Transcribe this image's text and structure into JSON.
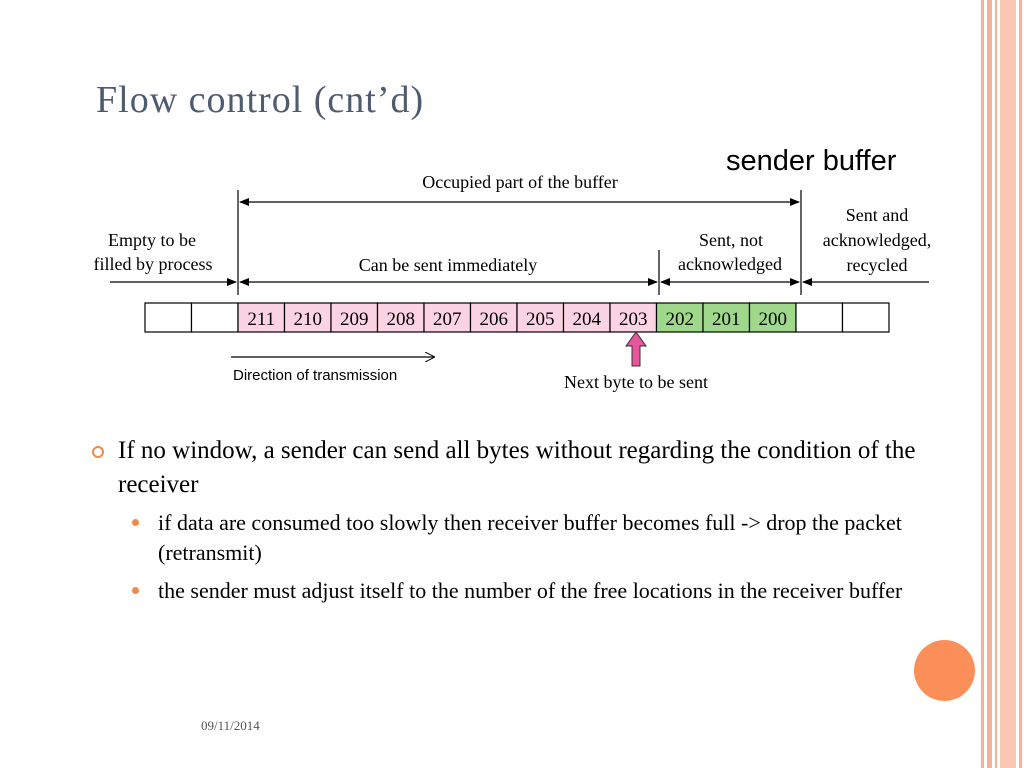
{
  "slide": {
    "title": "Flow control (cnt’d)",
    "date": "09/11/2014"
  },
  "diagram": {
    "sender_label": "sender buffer",
    "occupied_label": "Occupied part of the buffer",
    "empty_label_1": "Empty to be",
    "empty_label_2": "filled by process",
    "send_now_label": "Can be sent immediately",
    "sent_not_ack_1": "Sent, not",
    "sent_not_ack_2": "acknowledged",
    "recycled_1": "Sent and",
    "recycled_2": "acknowledged,",
    "recycled_3": "recycled",
    "direction_label": "Direction of transmission",
    "next_byte_label": "Next byte to be sent",
    "cells": [
      {
        "label": "",
        "state": "empty"
      },
      {
        "label": "",
        "state": "empty"
      },
      {
        "label": "211",
        "state": "pending"
      },
      {
        "label": "210",
        "state": "pending"
      },
      {
        "label": "209",
        "state": "pending"
      },
      {
        "label": "208",
        "state": "pending"
      },
      {
        "label": "207",
        "state": "pending"
      },
      {
        "label": "206",
        "state": "pending"
      },
      {
        "label": "205",
        "state": "pending"
      },
      {
        "label": "204",
        "state": "pending"
      },
      {
        "label": "203",
        "state": "pending"
      },
      {
        "label": "202",
        "state": "sent"
      },
      {
        "label": "201",
        "state": "sent"
      },
      {
        "label": "200",
        "state": "sent"
      },
      {
        "label": "",
        "state": "empty"
      },
      {
        "label": "",
        "state": "empty"
      }
    ],
    "colors": {
      "pending": "#fbd3e3",
      "sent": "#9fd88a",
      "empty": "#ffffff",
      "pointer": "#e8559a"
    }
  },
  "bullets": {
    "main": "If no window, a sender can send all bytes without regarding the condition of the receiver",
    "sub": [
      "if data are consumed too slowly then receiver buffer becomes full -> drop the packet (retransmit)",
      "the sender must adjust itself to the number of the free locations in the receiver buffer"
    ]
  },
  "theme": {
    "accent": "#f28a4b",
    "stripe": "#f6b199",
    "circle": "#fb8f5a"
  }
}
